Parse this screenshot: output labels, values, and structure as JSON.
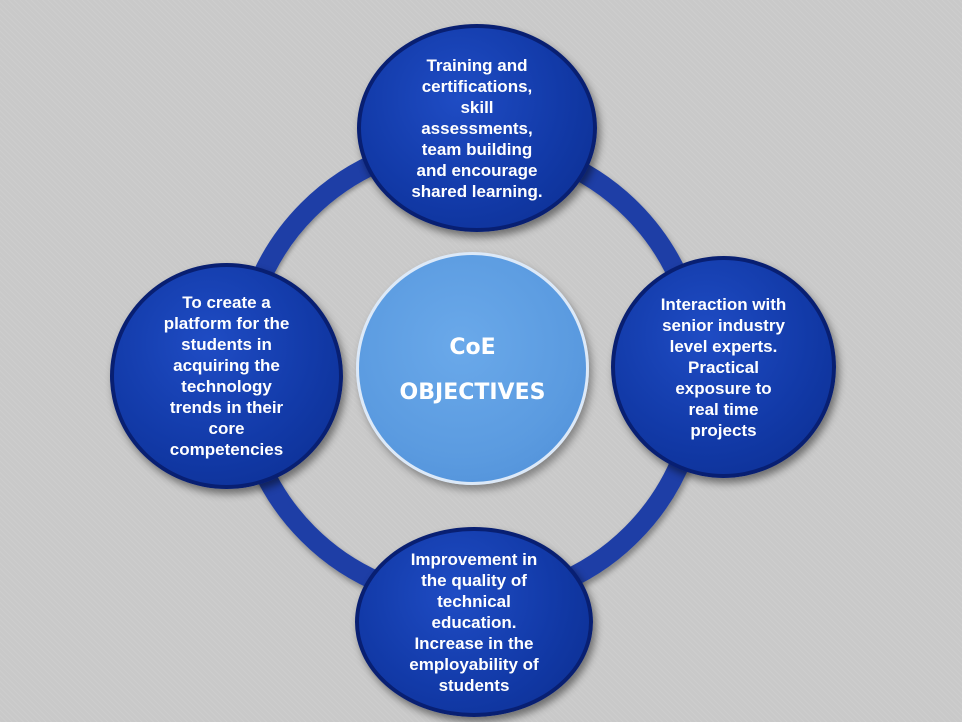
{
  "diagram": {
    "center": {
      "line1": "CoE",
      "line2": "OBJECTIVES"
    },
    "nodes": {
      "top": "Training and\ncertifications,\nskill\nassessments,\nteam building\nand encourage\nshared learning.",
      "right": "Interaction with\nsenior industry\nlevel experts.\nPractical\nexposure to\nreal time\nprojects",
      "bottom": "Improvement in\nthe quality of\ntechnical\neducation.\nIncrease in the\nemployability of\nstudents",
      "left": "To create a\nplatform for the\nstudents in\nacquiring the\ntechnology\ntrends in their\ncore\ncompetencies"
    },
    "colors": {
      "background": "#c9c9c9",
      "ring": "#1e3ea6",
      "node_fill": "#123aa8",
      "center_fill": "#5b9be0",
      "text": "#ffffff"
    }
  }
}
